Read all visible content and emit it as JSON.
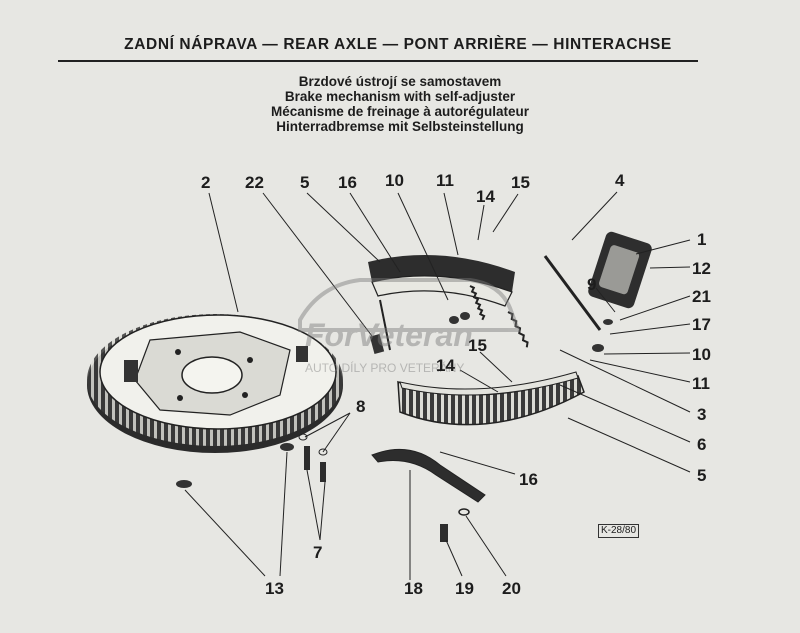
{
  "header": "ZADNÍ NÁPRAVA — REAR AXLE — PONT ARRIÈRE — HINTERACHSE",
  "subtitles": [
    "Brzdové ústrojí se samostavem",
    "Brake mechanism with self-adjuster",
    "Mécanisme de freinage à autorégulateur",
    "Hinterradbremse mit Selbsteinstellung"
  ],
  "labels": {
    "l2": "2",
    "l22": "22",
    "l5a": "5",
    "l16a": "16",
    "l10a": "10",
    "l11a": "11",
    "l14a": "14",
    "l15a": "15",
    "l4": "4",
    "l1": "1",
    "l12": "12",
    "l9": "9",
    "l21": "21",
    "l17": "17",
    "l10b": "10",
    "l11b": "11",
    "l3": "3",
    "l6": "6",
    "l5b": "5",
    "l15b": "15",
    "l14b": "14",
    "l8": "8",
    "l16b": "16",
    "l7": "7",
    "l13": "13",
    "l18": "18",
    "l19": "19",
    "l20": "20"
  },
  "watermark": {
    "brand": "ForVeteran",
    "tagline": "AUTO DÍLY PRO VETERÁNY"
  },
  "figure_code": "K-28/80"
}
